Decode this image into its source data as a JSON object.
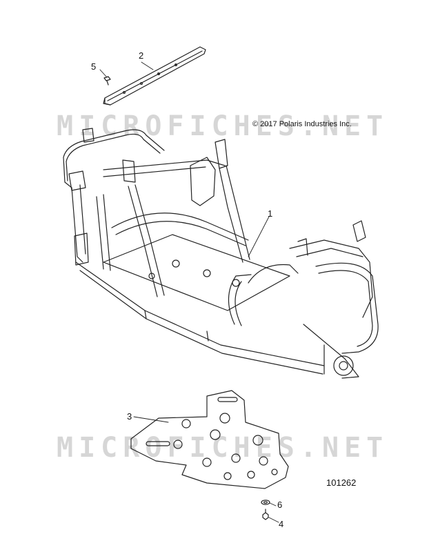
{
  "copyright": "© 2017 Polaris Industries Inc.",
  "diagram_id": "101262",
  "watermark": "MICROFICHES.NET",
  "callouts": {
    "c1": "1",
    "c2": "2",
    "c3": "3",
    "c4": "4",
    "c5": "5",
    "c6": "6"
  }
}
